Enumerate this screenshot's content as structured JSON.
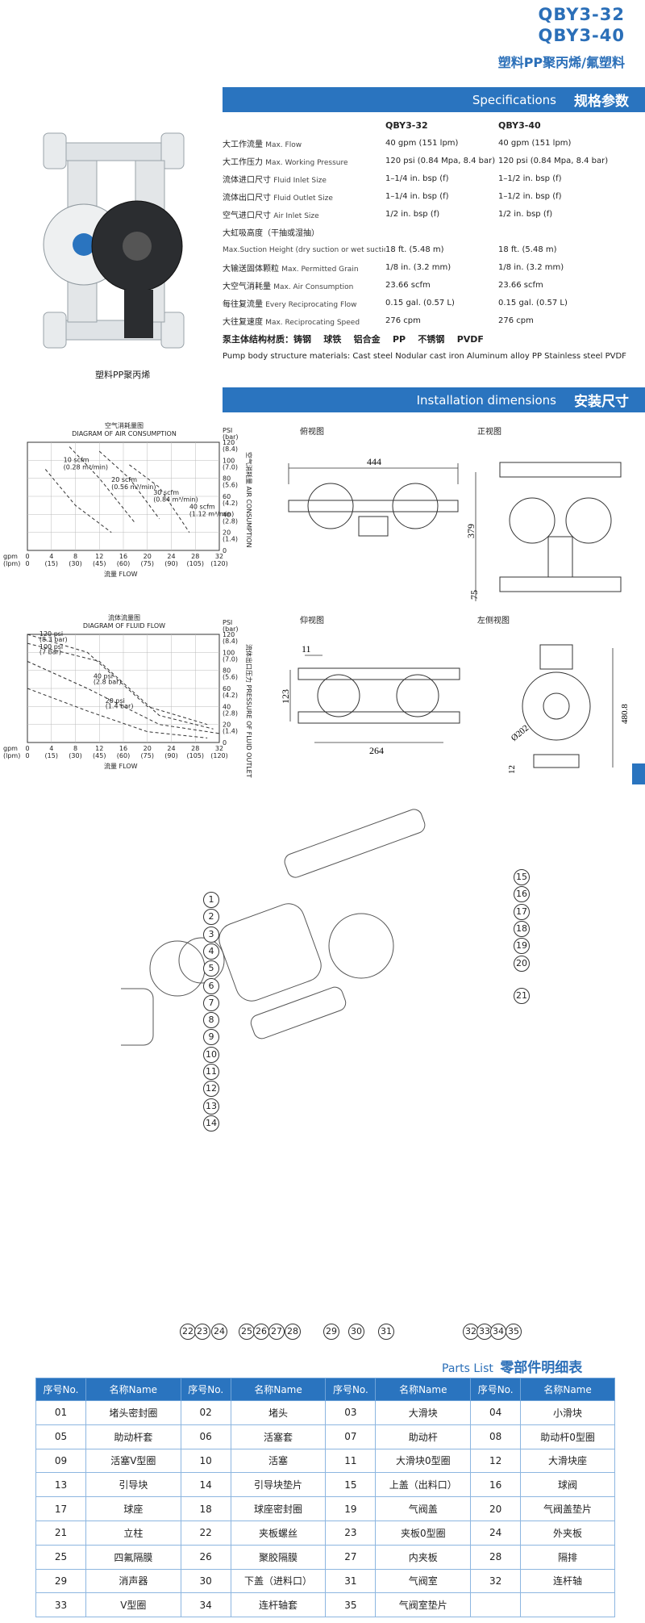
{
  "header": {
    "model1": "QBY3-32",
    "model2": "QBY3-40",
    "material": "塑料PP聚丙烯/氟塑料"
  },
  "specs": {
    "bar_en": "Specifications",
    "bar_zh": "规格参数",
    "col1": "QBY3-32",
    "col2": "QBY3-40",
    "rows": [
      {
        "zh": "大工作流量",
        "en": "Max. Flow",
        "v1": "40 gpm (151 lpm)",
        "v2": "40 gpm (151 lpm)"
      },
      {
        "zh": "大工作压力",
        "en": "Max. Working Pressure",
        "v1": "120 psi (0.84 Mpa, 8.4 bar)",
        "v2": "120 psi (0.84 Mpa, 8.4 bar)"
      },
      {
        "zh": "流体进口尺寸",
        "en": "Fluid Inlet Size",
        "v1": "1–1/4 in. bsp (f)",
        "v2": "1–1/2 in. bsp (f)"
      },
      {
        "zh": "流体出口尺寸",
        "en": "Fluid Outlet Size",
        "v1": "1–1/4 in. bsp (f)",
        "v2": "1–1/2 in. bsp (f)"
      },
      {
        "zh": "空气进口尺寸",
        "en": "Air Inlet Size",
        "v1": "1/2 in. bsp (f)",
        "v2": "1/2 in. bsp (f)"
      },
      {
        "zh": "大虹吸高度（干抽或湿抽）",
        "en": "",
        "v1": "",
        "v2": ""
      },
      {
        "zh": "",
        "en": "Max.Suction Height  (dry suction or wet suction)",
        "v1": "18 ft. (5.48 m)",
        "v2": "18 ft. (5.48 m)"
      },
      {
        "zh": "大输送固体颗粒",
        "en": "Max. Permitted Grain",
        "v1": "1/8 in. (3.2 mm)",
        "v2": "1/8 in. (3.2 mm)"
      },
      {
        "zh": "大空气消耗量",
        "en": "Max. Air Consumption",
        "v1": "23.66 scfm",
        "v2": "23.66 scfm"
      },
      {
        "zh": "每往复流量",
        "en": "Every Reciprocating Flow",
        "v1": "0.15 gal. (0.57 L)",
        "v2": "0.15 gal. (0.57 L)"
      },
      {
        "zh": "大往复速度",
        "en": "Max. Reciprocating Speed",
        "v1": "276 cpm",
        "v2": "276 cpm"
      }
    ],
    "material_zh": "泵主体结构材质：铸钢    球铁    铝合金    PP    不锈钢    PVDF",
    "material_en": "Pump body structure materials: Cast steel  Nodular cast iron  Aluminum alloy  PP  Stainless steel  PVDF"
  },
  "pump_caption": "塑料PP聚丙烯",
  "install": {
    "bar_en": "Installation dimensions",
    "bar_zh": "安装尺寸",
    "top_view": "俯视图",
    "front_view": "正视图",
    "bottom_view": "仰视图",
    "side_view": "左侧视图",
    "dims": {
      "w444": "444",
      "h379": "379",
      "h75": "75",
      "d11": "11",
      "h123": "123",
      "w264": "264",
      "d202": "Ø202",
      "h480": "480.8",
      "h12": "12"
    }
  },
  "colors": {
    "accent": "#2a74bf",
    "title": "#2b6fb8"
  },
  "chart_data": [
    {
      "type": "line",
      "title": "空气消耗量图",
      "subtitle": "DIAGRAM OF AIR CONSUMPTION",
      "xlabel": "流量 FLOW",
      "ylabel": "空气消耗量 AIR CONSUMPTION",
      "x_ticks": [
        "0",
        "4",
        "8",
        "12",
        "16",
        "20",
        "24",
        "28",
        "32"
      ],
      "x_ticks_lpm": [
        "0",
        "(15)",
        "(30)",
        "(45)",
        "(60)",
        "(75)",
        "(90)",
        "(105)",
        "(120)"
      ],
      "y_ticks": [
        "0",
        "20",
        "40",
        "60",
        "80",
        "100",
        "120"
      ],
      "y_ticks_bar": [
        "(1.4)",
        "(2.8)",
        "(4.2)",
        "(5.6)",
        "(7.0)",
        "(8.4)"
      ],
      "y_unit": "PSI",
      "y_unit_bar": "(bar)",
      "x_unit": "gpm",
      "x_unit_lpm": "(lpm)",
      "xlim": [
        0,
        32
      ],
      "ylim": [
        0,
        120
      ],
      "annotations": [
        "10 scfm",
        "(0.28 m³/min)",
        "20 scfm",
        "(0.56 m³/min)",
        "30 scfm",
        "(0.84 m³/min)",
        "40 scfm",
        "(1.12 m³/min)"
      ]
    },
    {
      "type": "line",
      "title": "流体流量图",
      "subtitle": "DIAGRAM OF FLUID FLOW",
      "xlabel": "流量 FLOW",
      "ylabel": "流体出口压力 PRESSURE OF FLUID OUTLET",
      "x_ticks": [
        "0",
        "4",
        "8",
        "12",
        "16",
        "20",
        "24",
        "28",
        "32"
      ],
      "x_ticks_lpm": [
        "0",
        "(15)",
        "(30)",
        "(45)",
        "(60)",
        "(75)",
        "(90)",
        "(105)",
        "(120)"
      ],
      "y_ticks": [
        "0",
        "20",
        "40",
        "60",
        "80",
        "100",
        "120"
      ],
      "y_ticks_bar": [
        "(1.4)",
        "(2.8)",
        "(4.2)",
        "(5.6)",
        "(7.0)",
        "(8.4)"
      ],
      "y_unit": "PSI",
      "y_unit_bar": "(bar)",
      "x_unit": "gpm",
      "x_unit_lpm": "(lpm)",
      "xlim": [
        0,
        32
      ],
      "ylim": [
        0,
        120
      ],
      "annotations": [
        "120 psi",
        "(8.3 bar)",
        "100 psi",
        "(7 bar)",
        "40 psi",
        "(2.8 bar)",
        "20 psi",
        "(1.4 bar)"
      ]
    }
  ],
  "callouts": {
    "left": [
      "1",
      "2",
      "3",
      "4",
      "5",
      "6",
      "7",
      "8",
      "9",
      "10",
      "11",
      "12",
      "13",
      "14"
    ],
    "right": [
      "15",
      "16",
      "17",
      "18",
      "19",
      "20",
      "21"
    ],
    "bottom": [
      "22",
      "23",
      "24",
      "25",
      "26",
      "27",
      "28",
      "29",
      "30",
      "31",
      "32",
      "33",
      "34",
      "35"
    ]
  },
  "parts": {
    "title_en": "Parts List",
    "title_zh": "零部件明细表",
    "head_no": "序号No.",
    "head_name": "名称Name",
    "rows": [
      [
        [
          "01",
          "堵头密封圈"
        ],
        [
          "02",
          "堵头"
        ],
        [
          "03",
          "大滑块"
        ],
        [
          "04",
          "小滑块"
        ]
      ],
      [
        [
          "05",
          "助动杆套"
        ],
        [
          "06",
          "活塞套"
        ],
        [
          "07",
          "助动杆"
        ],
        [
          "08",
          "助动杆0型圈"
        ]
      ],
      [
        [
          "09",
          "活塞V型圈"
        ],
        [
          "10",
          "活塞"
        ],
        [
          "11",
          "大滑块0型圈"
        ],
        [
          "12",
          "大滑块座"
        ]
      ],
      [
        [
          "13",
          "引导块"
        ],
        [
          "14",
          "引导块垫片"
        ],
        [
          "15",
          "上盖（出料口）"
        ],
        [
          "16",
          "球阀"
        ]
      ],
      [
        [
          "17",
          "球座"
        ],
        [
          "18",
          "球座密封圈"
        ],
        [
          "19",
          "气阀盖"
        ],
        [
          "20",
          "气阀盖垫片"
        ]
      ],
      [
        [
          "21",
          "立柱"
        ],
        [
          "22",
          "夹板螺丝"
        ],
        [
          "23",
          "夹板0型圈"
        ],
        [
          "24",
          "外夹板"
        ]
      ],
      [
        [
          "25",
          "四氟隔膜"
        ],
        [
          "26",
          "聚胶隔膜"
        ],
        [
          "27",
          "内夹板"
        ],
        [
          "28",
          "隔排"
        ]
      ],
      [
        [
          "29",
          "消声器"
        ],
        [
          "30",
          "下盖（进料口）"
        ],
        [
          "31",
          "气阀室"
        ],
        [
          "32",
          "连杆轴"
        ]
      ],
      [
        [
          "33",
          "V型圈"
        ],
        [
          "34",
          "连杆轴套"
        ],
        [
          "35",
          "气阀室垫片"
        ],
        [
          "",
          ""
        ]
      ]
    ]
  }
}
